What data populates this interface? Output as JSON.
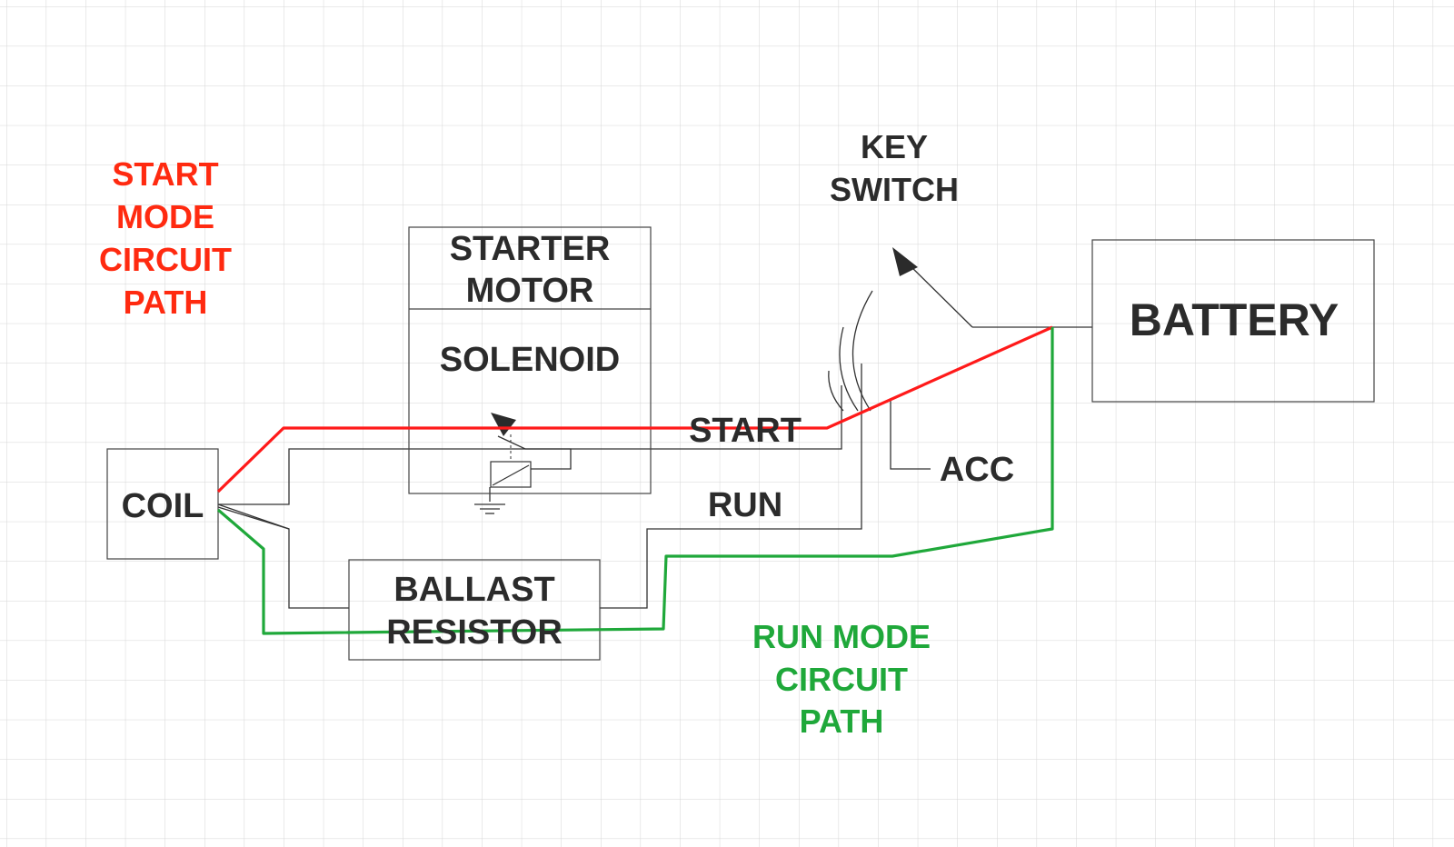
{
  "start_mode_label": {
    "lines": [
      "START",
      "MODE",
      "CIRCUIT",
      "PATH"
    ],
    "color": "#ff2a10"
  },
  "run_mode_label": {
    "lines": [
      "RUN MODE",
      "CIRCUIT",
      "PATH"
    ],
    "color": "#1fa83a"
  },
  "key_switch_label": [
    "KEY",
    "SWITCH"
  ],
  "starter_motor_label": [
    "STARTER",
    "MOTOR"
  ],
  "solenoid_label": "SOLENOID",
  "battery_label": "BATTERY",
  "coil_label": "COIL",
  "ballast_resistor_label": [
    "BALLAST",
    "RESISTOR"
  ],
  "switch_positions": {
    "start": "START",
    "acc": "ACC",
    "run": "RUN"
  },
  "colors": {
    "text": "#2b2b2b",
    "wire": "#333333",
    "grid": "#d6d6d6",
    "start_path": "#ff1a1a",
    "run_path": "#1fa83a"
  }
}
